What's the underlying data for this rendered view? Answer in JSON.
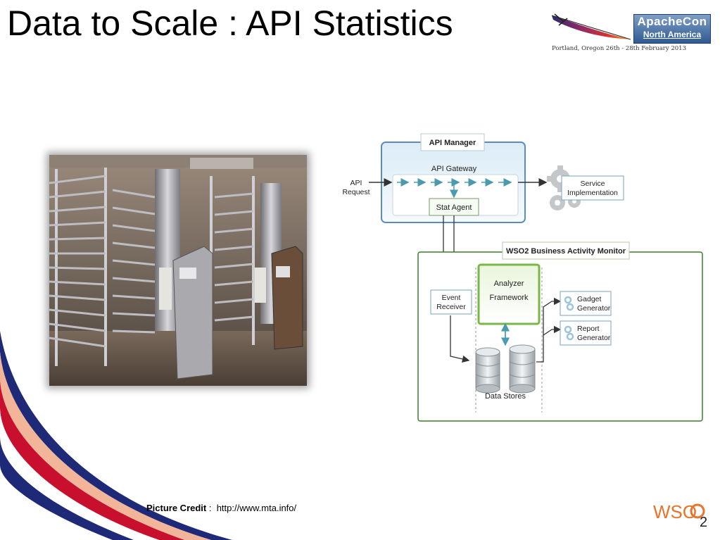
{
  "slide": {
    "title": "Data to Scale : API Statistics"
  },
  "logo": {
    "line1": "ApacheCon",
    "line2": "North America",
    "subtitle": "Portland, Oregon 26th - 28th February 2013"
  },
  "diagram": {
    "api_manager": "API Manager",
    "api_gateway": "API Gateway",
    "api_request_l1": "API",
    "api_request_l2": "Request",
    "stat_agent": "Stat Agent",
    "service_l1": "Service",
    "service_l2": "Implementation",
    "bam": "WSO2 Business Activity Monitor",
    "event_l1": "Event",
    "event_l2": "Receiver",
    "analyzer_l1": "Analyzer",
    "analyzer_l2": "Framework",
    "gadget_l1": "Gadget",
    "gadget_l2": "Generator",
    "report_l1": "Report",
    "report_l2": "Generator",
    "data_stores": "Data Stores"
  },
  "footer": {
    "credit_label": "Picture Credit",
    "credit_sep": " :  ",
    "credit_url": "http://www.mta.info/",
    "brand": "WSO",
    "brand_sub": "2"
  },
  "colors": {
    "api_manager_border": "#5b8cc0",
    "bam_border": "#3a7d2a",
    "analyzer_green": "#7ab648",
    "arrow": "#4a9ab0"
  }
}
